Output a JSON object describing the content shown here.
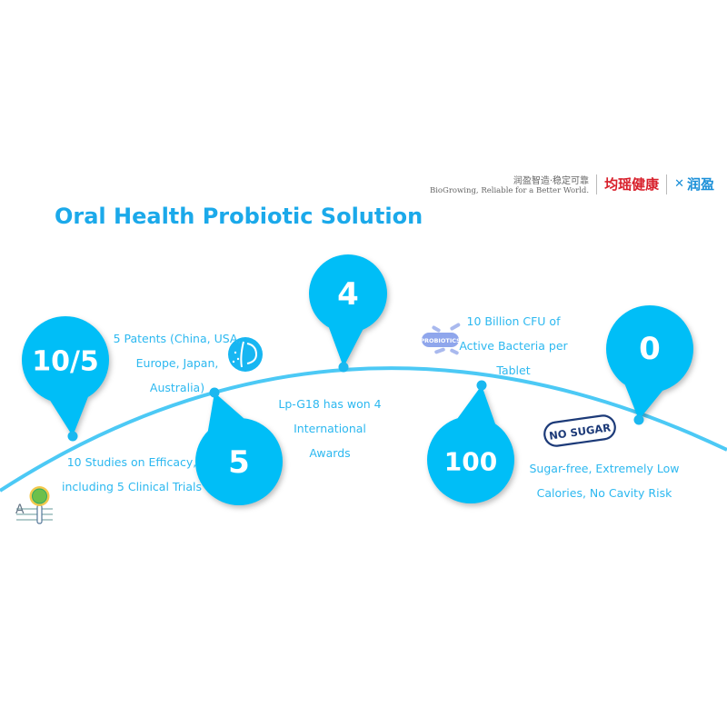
{
  "header": {
    "slogan_cn": "润盈智造·稳定可靠",
    "slogan_en": "BioGrowing,  Reliable for a Better World.",
    "logo_left": "均瑶健康",
    "logo_right": "润盈"
  },
  "title": "Oral Health Probiotic Solution",
  "colors": {
    "accent": "#00bef7",
    "text": "#2cb8f0",
    "title": "#1ba9ea",
    "stamp": "#1c3a78"
  },
  "items": [
    {
      "number": "10/5",
      "lines_top": [
        "5 Patents (China, USA,",
        "Europe, Japan,",
        "Australia)"
      ],
      "lines_bottom": [
        "10 Studies on Efficacy,",
        "including 5 Clinical Trials"
      ]
    },
    {
      "number": "5"
    },
    {
      "number": "4",
      "lines": [
        "Lp-G18 has won 4",
        "International",
        "Awards"
      ]
    },
    {
      "number": "100",
      "lines": [
        "10 Billion CFU of",
        "Active Bacteria per",
        "Tablet"
      ],
      "badge": "PROBIOTICS"
    },
    {
      "number": "0",
      "lines": [
        "Sugar-free, Extremely Low",
        "Calories, No Cavity Risk"
      ],
      "stamp": "NO SUGAR"
    }
  ],
  "icons": [
    "patent-icon",
    "magnifier-document-icon",
    "probiotics-icon",
    "no-sugar-stamp-icon"
  ]
}
